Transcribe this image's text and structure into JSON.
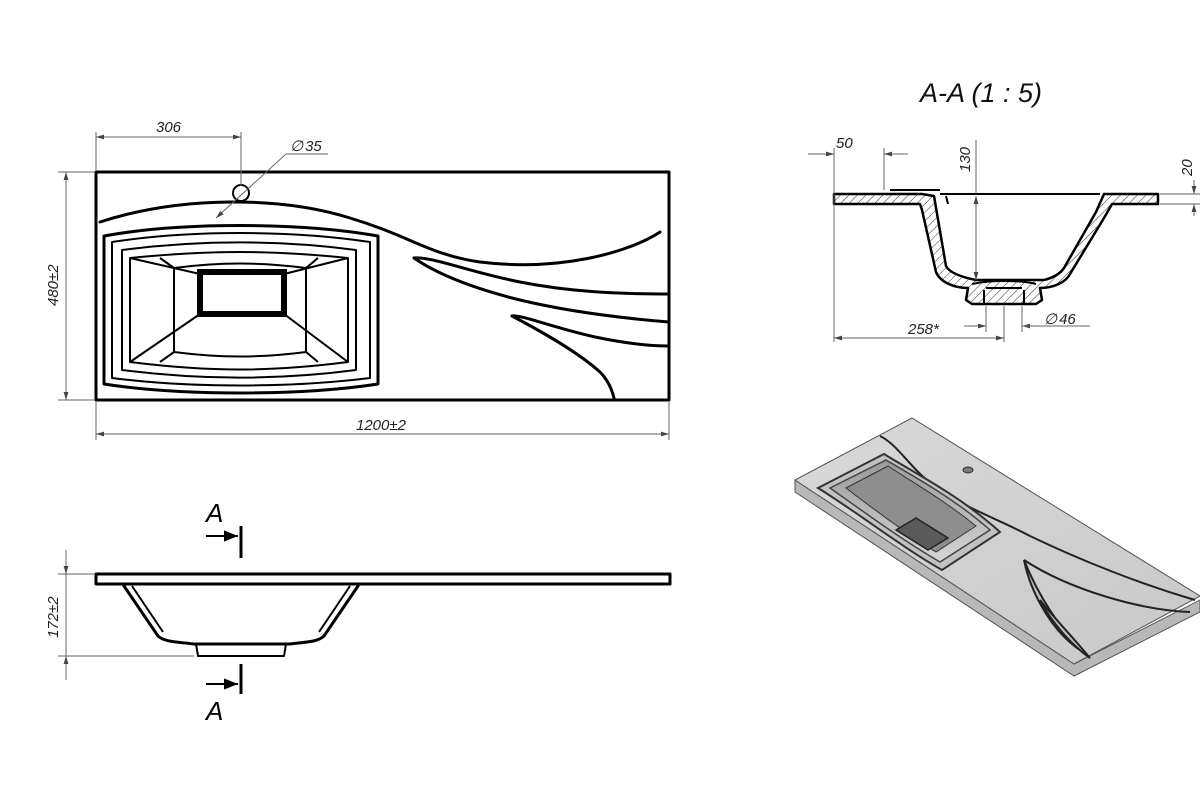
{
  "section_title": "A-A (1 : 5)",
  "top_view": {
    "dim_hole_offset": "306",
    "dim_hole_dia": "35",
    "dim_depth": "480±2",
    "dim_length": "1200±2"
  },
  "front_view": {
    "dim_height": "172±2",
    "section_mark_top": "A",
    "section_mark_bottom": "A"
  },
  "section_view": {
    "dim_rim": "50",
    "dim_depth": "130",
    "dim_thickness": "20",
    "dim_drain_offset": "258*",
    "dim_drain_dia": "46"
  },
  "diameter_symbol": "∅"
}
